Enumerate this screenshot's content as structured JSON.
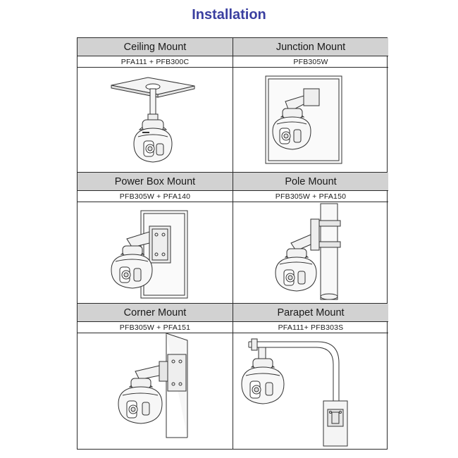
{
  "page": {
    "title": "Installation"
  },
  "mounts": [
    {
      "name": "Ceiling Mount",
      "model": "PFA111 + PFB300C",
      "illustration": "ceiling-mount-illustration"
    },
    {
      "name": "Junction Mount",
      "model": "PFB305W",
      "illustration": "junction-mount-illustration"
    },
    {
      "name": "Power Box Mount",
      "model": "PFB305W  + PFA140",
      "illustration": "power-box-mount-illustration"
    },
    {
      "name": "Pole Mount",
      "model": "PFB305W + PFA150",
      "illustration": "pole-mount-illustration"
    },
    {
      "name": "Corner Mount",
      "model": "PFB305W + PFA151",
      "illustration": "corner-mount-illustration"
    },
    {
      "name": "Parapet Mount",
      "model": "PFA111+ PFB303S",
      "illustration": "parapet-mount-illustration"
    }
  ]
}
